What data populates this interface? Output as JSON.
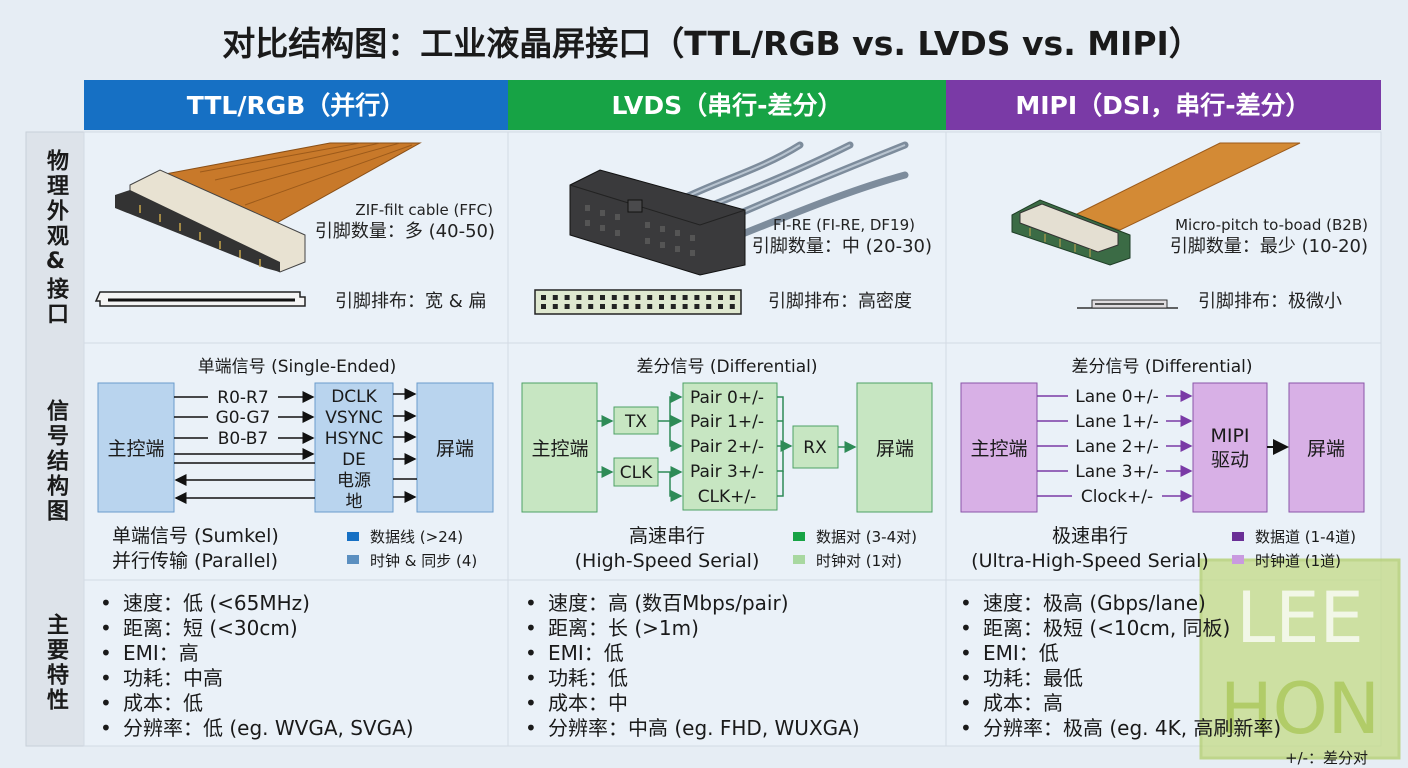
{
  "title": "对比结构图：工业液晶屏接口（TTL/RGB vs. LVDS vs. MIPI）",
  "row_labels": [
    "物理外观&接口",
    "信号结构图",
    "主要特性"
  ],
  "colors": {
    "ttl": "#1670c4",
    "lvds": "#17a345",
    "mipi": "#7a3aa6"
  },
  "columns": [
    {
      "header": "TTL/RGB（并行）",
      "connector_icon": "ffc-zif-connector-icon",
      "connector_name": "ZIF-filt cable (FFC)",
      "pin_count": "引脚数量：多 (40-50)",
      "pin_layout": "引脚排布：宽 & 扁",
      "signal_title": "单端信号 (Single-Ended)",
      "host": "主控端",
      "screen": "屏端",
      "lines": [
        "R0-R7",
        "G0-G7",
        "B0-B7"
      ],
      "middle_lines": [
        "DCLK",
        "VSYNC",
        "HSYNC",
        "DE",
        "电源",
        "地"
      ],
      "bottom": [
        "单端信号 (Sumkel)",
        "并行传输 (Parallel)"
      ],
      "legend": [
        "数据线 (>24)",
        "时钟 & 同步 (4)"
      ],
      "features": [
        "速度：低 (<65MHz)",
        "距离：短 (<30cm)",
        "EMI：高",
        "功耗：中高",
        "成本：低",
        "分辨率：低 (eg. WVGA, SVGA)"
      ]
    },
    {
      "header": "LVDS（串行-差分）",
      "connector_icon": "fi-re-connector-icon",
      "connector_name": "FI-RE (FI-RE, DF19)",
      "pin_count": "引脚数量：中 (20-30)",
      "pin_layout": "引脚排布：高密度",
      "signal_title": "差分信号 (Differential)",
      "host": "主控端",
      "screen": "屏端",
      "tx": "TX",
      "clk": "CLK",
      "rx": "RX",
      "pairs": [
        "Pair 0+/-",
        "Pair 1+/-",
        "Pair 2+/-",
        "Pair 3+/-",
        "CLK+/-"
      ],
      "bottom": [
        "高速串行",
        "(High-Speed Serial)"
      ],
      "legend": [
        "数据对 (3-4对)",
        "时钟对 (1对)"
      ],
      "features": [
        "速度：高 (数百Mbps/pair)",
        "距离：长 (>1m)",
        "EMI：低",
        "功耗：低",
        "成本：中",
        "分辨率：中高 (eg. FHD, WUXGA)"
      ]
    },
    {
      "header": "MIPI（DSI，串行-差分）",
      "connector_icon": "b2b-connector-icon",
      "connector_name": "Micro-pitch to-boad (B2B)",
      "pin_count": "引脚数量：最少 (10-20)",
      "pin_layout": "引脚排布：极微小",
      "signal_title": "差分信号 (Differential)",
      "host": "主控端",
      "screen": "屏端",
      "driver": [
        "MIPI",
        "驱动"
      ],
      "lanes": [
        "Lane 0+/-",
        "Lane 1+/-",
        "Lane 2+/-",
        "Lane 3+/-",
        "Clock+/-"
      ],
      "bottom": [
        "极速串行",
        "(Ultra-High-Speed Serial)"
      ],
      "legend": [
        "数据道 (1-4道)",
        "时钟道 (1道)"
      ],
      "features": [
        "速度：极高 (Gbps/lane)",
        "距离：极短 (<10cm, 同板)",
        "EMI：低",
        "功耗：最低",
        "成本：高",
        "分辨率：极高 (eg. 4K, 高刷新率)"
      ]
    }
  ],
  "footnote": "+/-：差分对",
  "watermark": [
    "LEE",
    "HON"
  ]
}
